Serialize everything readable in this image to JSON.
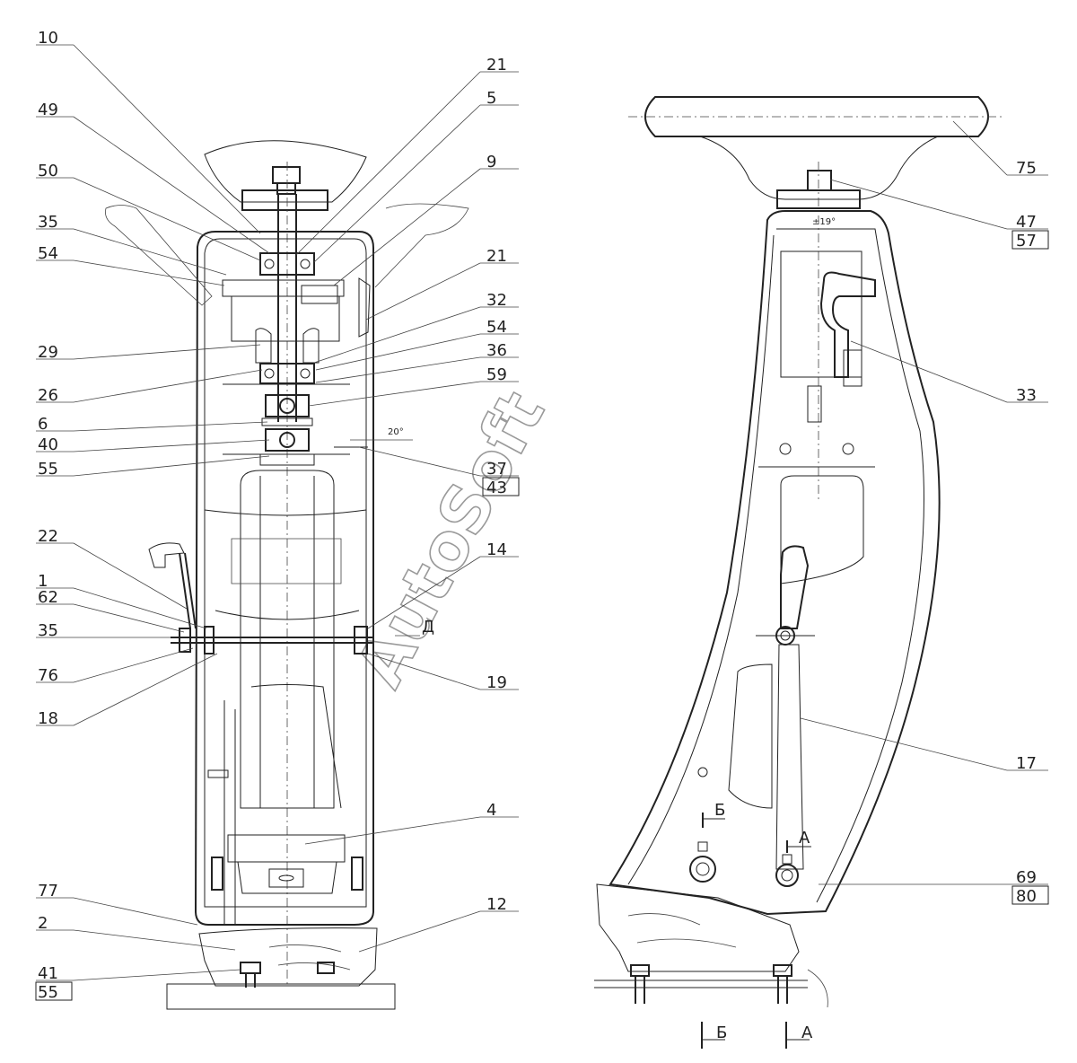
{
  "watermark": "AutoSoft",
  "left_callouts": [
    {
      "id": "L10",
      "text": "10"
    },
    {
      "id": "L49",
      "text": "49"
    },
    {
      "id": "L50",
      "text": "50"
    },
    {
      "id": "L35a",
      "text": "35"
    },
    {
      "id": "L54a",
      "text": "54"
    },
    {
      "id": "L29",
      "text": "29"
    },
    {
      "id": "L26",
      "text": "26"
    },
    {
      "id": "L6",
      "text": "6"
    },
    {
      "id": "L40",
      "text": "40"
    },
    {
      "id": "L55a",
      "text": "55"
    },
    {
      "id": "L22",
      "text": "22"
    },
    {
      "id": "L1",
      "text": "1"
    },
    {
      "id": "L62",
      "text": "62"
    },
    {
      "id": "L35b",
      "text": "35"
    },
    {
      "id": "L76",
      "text": "76"
    },
    {
      "id": "L18",
      "text": "18"
    },
    {
      "id": "L77",
      "text": "77"
    },
    {
      "id": "L2",
      "text": "2"
    },
    {
      "id": "L41",
      "text": "41"
    },
    {
      "id": "L55b",
      "text": "55"
    }
  ],
  "right_callouts": [
    {
      "id": "R21a",
      "text": "21"
    },
    {
      "id": "R5",
      "text": "5"
    },
    {
      "id": "R9",
      "text": "9"
    },
    {
      "id": "R21b",
      "text": "21"
    },
    {
      "id": "R32",
      "text": "32"
    },
    {
      "id": "R54",
      "text": "54"
    },
    {
      "id": "R36",
      "text": "36"
    },
    {
      "id": "R59",
      "text": "59"
    },
    {
      "id": "R37",
      "text": "37"
    },
    {
      "id": "R43",
      "text": "43"
    },
    {
      "id": "R14",
      "text": "14"
    },
    {
      "id": "R19",
      "text": "19"
    },
    {
      "id": "R4",
      "text": "4"
    },
    {
      "id": "R12",
      "text": "12"
    }
  ],
  "side_callouts": [
    {
      "id": "S75",
      "text": "75"
    },
    {
      "id": "S47",
      "text": "47"
    },
    {
      "id": "S57",
      "text": "57"
    },
    {
      "id": "S33",
      "text": "33"
    },
    {
      "id": "S17",
      "text": "17"
    },
    {
      "id": "S69",
      "text": "69"
    },
    {
      "id": "S80",
      "text": "80"
    }
  ],
  "annotations": {
    "angle_left": "20°",
    "angle_right": "±19°",
    "section_d": "Д",
    "section_b_mark": "Б",
    "section_a_mark": "А",
    "section_b_bottom": "Б",
    "section_a_bottom": "А"
  }
}
